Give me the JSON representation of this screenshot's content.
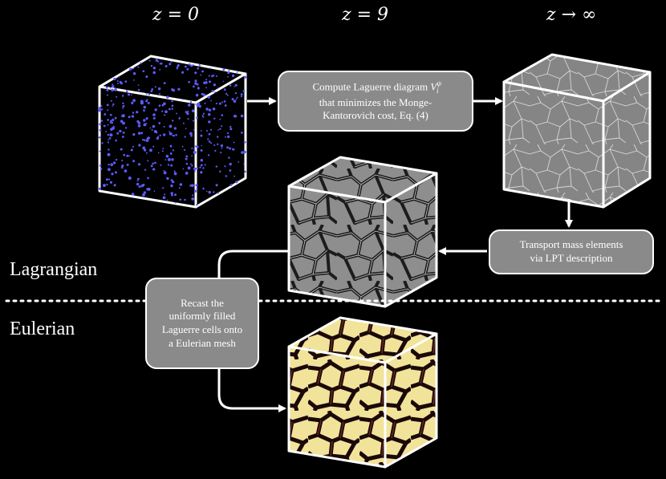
{
  "columns": {
    "z0": "z = 0",
    "z9": "z = 9",
    "zinf": "z → ∞"
  },
  "regions": {
    "lagrangian": "Lagrangian",
    "eulerian": "Eulerian"
  },
  "boxes": {
    "compute": {
      "line1": "Compute Laguerre diagram",
      "symbol": "V",
      "superscript": "ψ",
      "subscript": "i",
      "line2": "that minimizes the Monge-",
      "line3": "Kantorovich cost, Eq. (4)"
    },
    "transport": {
      "line1": "Transport mass elements",
      "line2": "via LPT description"
    },
    "recast": {
      "line1": "Recast the",
      "line2": "uniformly filled",
      "line3": "Laguerre cells onto",
      "line4": "a Eulerian mesh"
    }
  },
  "colors": {
    "background": "#000000",
    "box_fill": "#8a8a8a",
    "stroke": "#ffffff",
    "particles": "#5b5bff",
    "laguerre_face": "#858585",
    "density_light": "#f3e49a",
    "density_dark": "#1a0a0a"
  }
}
